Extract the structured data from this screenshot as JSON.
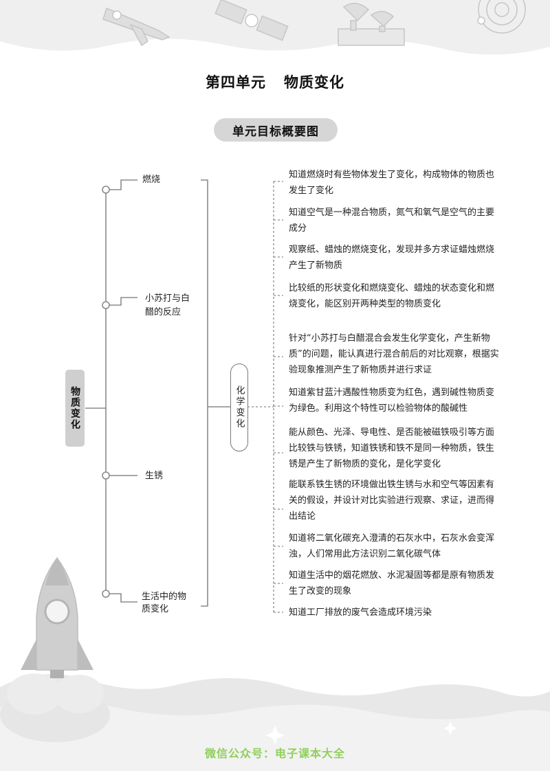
{
  "page": {
    "title_part1": "第四单元",
    "title_part2": "物质变化",
    "banner": "单元目标概要图",
    "footer": "微信公众号：电子课本大全"
  },
  "diagram": {
    "root": "物质变化",
    "branches": [
      {
        "label": "燃烧"
      },
      {
        "label": "小苏打与白醋的反应"
      },
      {
        "label": "生锈"
      },
      {
        "label": "生活中的物质变化"
      }
    ],
    "concept": "化学变化",
    "leaves": [
      "知道燃烧时有些物体发生了变化，构成物体的物质也发生了变化",
      "知道空气是一种混合物质，氮气和氧气是空气的主要成分",
      "观察纸、蜡烛的燃烧变化，发现并多方求证蜡烛燃烧产生了新物质",
      "比较纸的形状变化和燃烧变化、蜡烛的状态变化和燃烧变化，能区别开两种类型的物质变化",
      "针对“小苏打与白醋混合会发生化学变化，产生新物质”的问题，能认真进行混合前后的对比观察，根据实验现象推测产生了新物质并进行求证",
      "知道紫甘蓝汁遇酸性物质变为红色，遇到碱性物质变为绿色。利用这个特性可以检验物体的酸碱性",
      "能从颜色、光泽、导电性、是否能被磁铁吸引等方面比较铁与铁锈，知道铁锈和铁不是同一种物质，铁生锈是产生了新物质的变化，是化学变化",
      "能联系铁生锈的环境做出铁生锈与水和空气等因素有关的假设，并设计对比实验进行观察、求证，进而得出结论",
      "知道将二氧化碳充入澄清的石灰水中，石灰水会变浑浊，人们常用此方法识别二氧化碳气体",
      "知道生活中的烟花燃放、水泥凝固等都是原有物质发生了改变的现象",
      "知道工厂排放的废气会造成环境污染"
    ]
  },
  "colors": {
    "decor_gray": "#d4d4d4",
    "line_gray": "#8a8a8a",
    "footer_green": "#8fd05a"
  }
}
